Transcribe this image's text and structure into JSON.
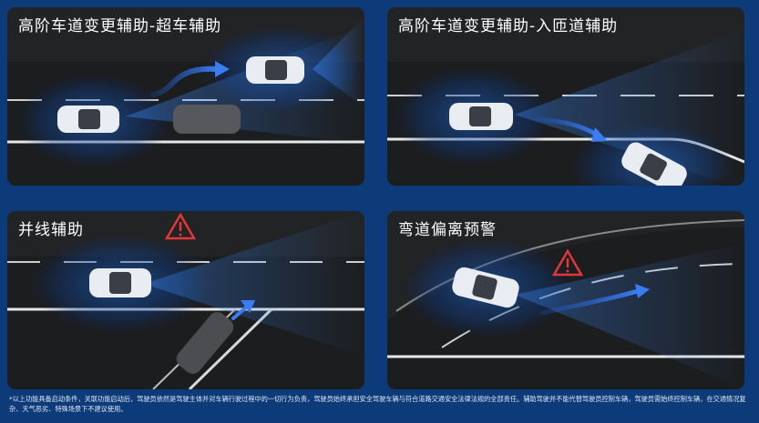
{
  "panels": [
    {
      "title": "高阶车道变更辅助-超车辅助"
    },
    {
      "title": "高阶车道变更辅助-入匝道辅助"
    },
    {
      "title": "并线辅助"
    },
    {
      "title": "弯道偏离预警"
    }
  ],
  "footnote": "*以上功能具备启动条件，关联功能启动后，驾驶员依然是驾驶主体并对车辆行驶过程中的一切行为负责，驾驶员始终承担安全驾驶车辆与符合道路交通安全法律法规的全部责任。辅助驾驶并不能代替驾驶员控制车辆，驾驶员需始终控制车辆，在交通情况复杂、天气恶劣、特殊场景下不建议使用。",
  "colors": {
    "background": "#0d3a78",
    "panel": "#222325",
    "radar": "#2e8cff",
    "warning": "#e0373a"
  },
  "icons": [
    "warning-triangle-icon",
    "arrow-icon"
  ]
}
